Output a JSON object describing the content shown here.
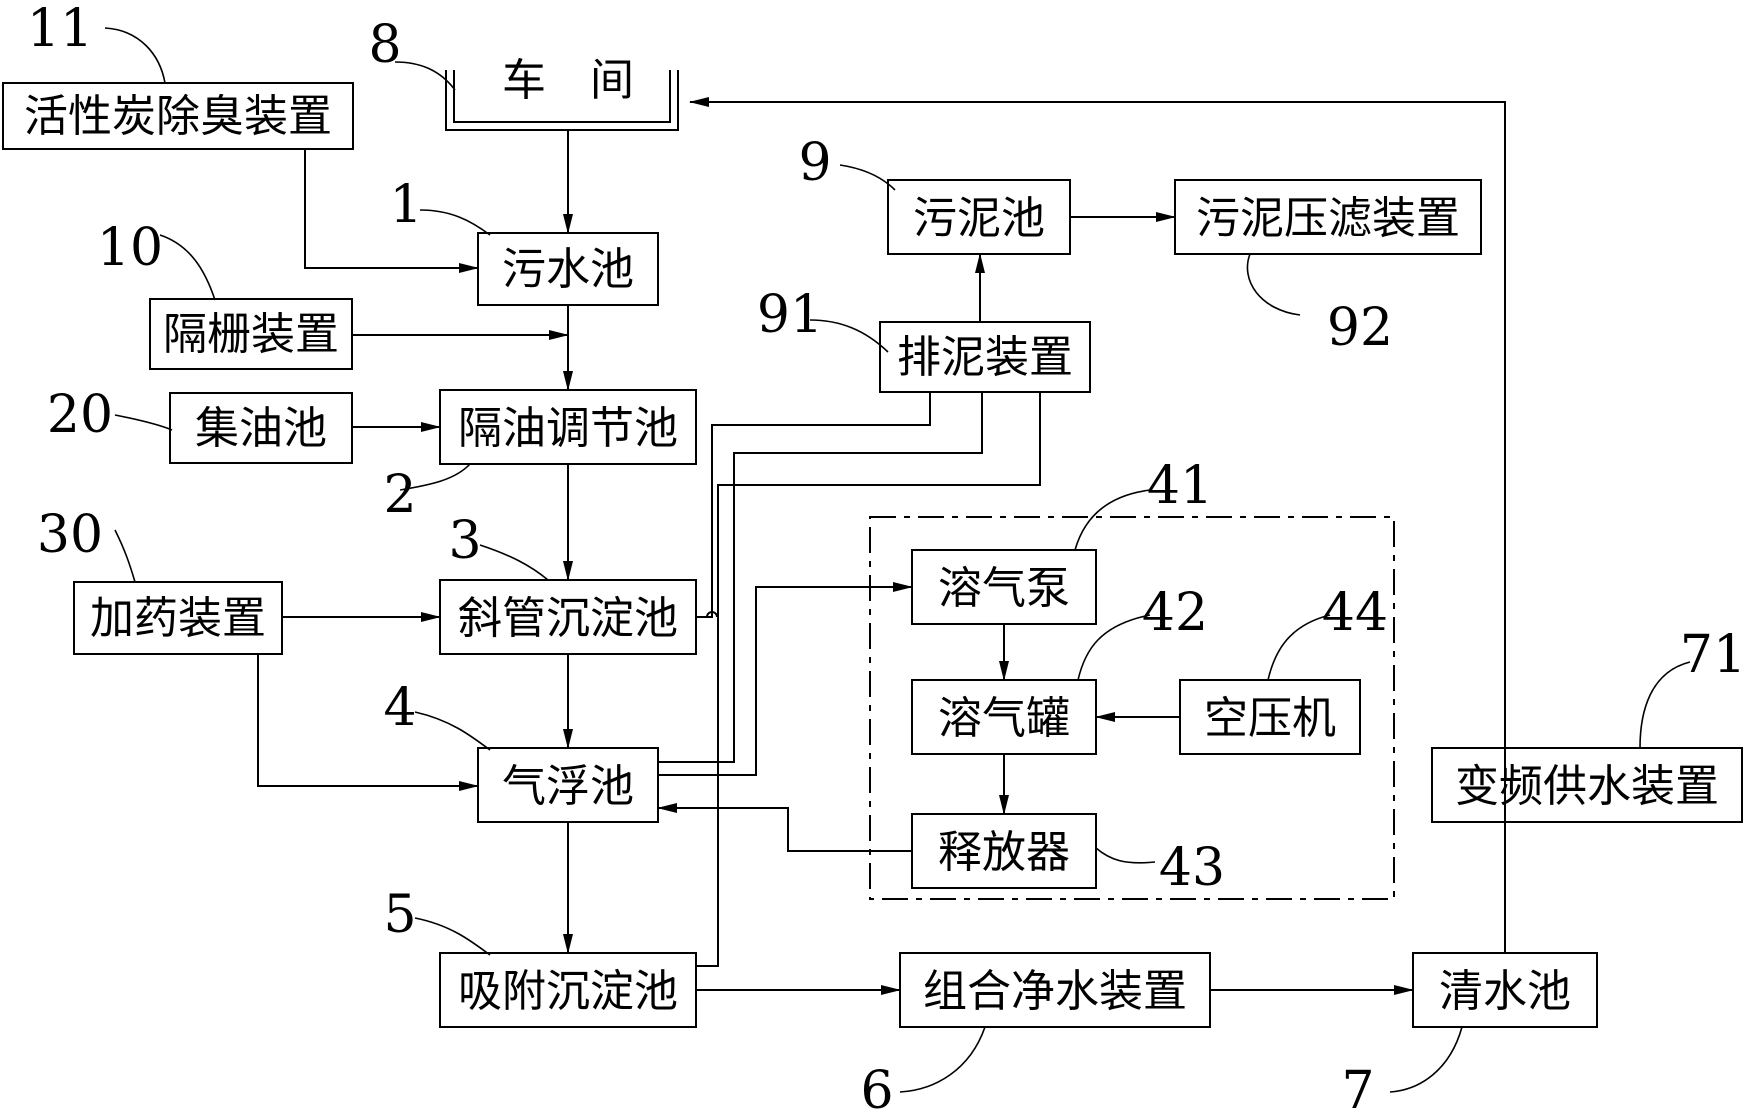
{
  "nodes": {
    "workshop": "车　间",
    "sewage_pool": "污水池",
    "oil_separation_pool": "隔油调节池",
    "inclined_tube_sedimentation": "斜管沉淀池",
    "air_flotation_pool": "气浮池",
    "adsorption_sedimentation": "吸附沉淀池",
    "combined_purification": "组合净水装置",
    "clear_water_pool": "清水池",
    "variable_freq_supply": "变频供水装置",
    "sludge_pool": "污泥池",
    "sludge_press_filter": "污泥压滤装置",
    "sludge_discharge": "排泥装置",
    "activated_carbon_deodorizer": "活性炭除臭装置",
    "grille_device": "隔栅装置",
    "oil_collecting_pool": "集油池",
    "dosing_device": "加药装置",
    "dissolved_air_pump": "溶气泵",
    "dissolved_air_tank": "溶气罐",
    "air_compressor": "空压机",
    "releaser": "释放器"
  },
  "refs": {
    "r1": "1",
    "r2": "2",
    "r3": "3",
    "r4": "4",
    "r5": "5",
    "r6": "6",
    "r7": "7",
    "r8": "8",
    "r9": "9",
    "r10": "10",
    "r11": "11",
    "r20": "20",
    "r30": "30",
    "r41": "41",
    "r42": "42",
    "r43": "43",
    "r44": "44",
    "r71": "71",
    "r91": "91",
    "r92": "92"
  }
}
